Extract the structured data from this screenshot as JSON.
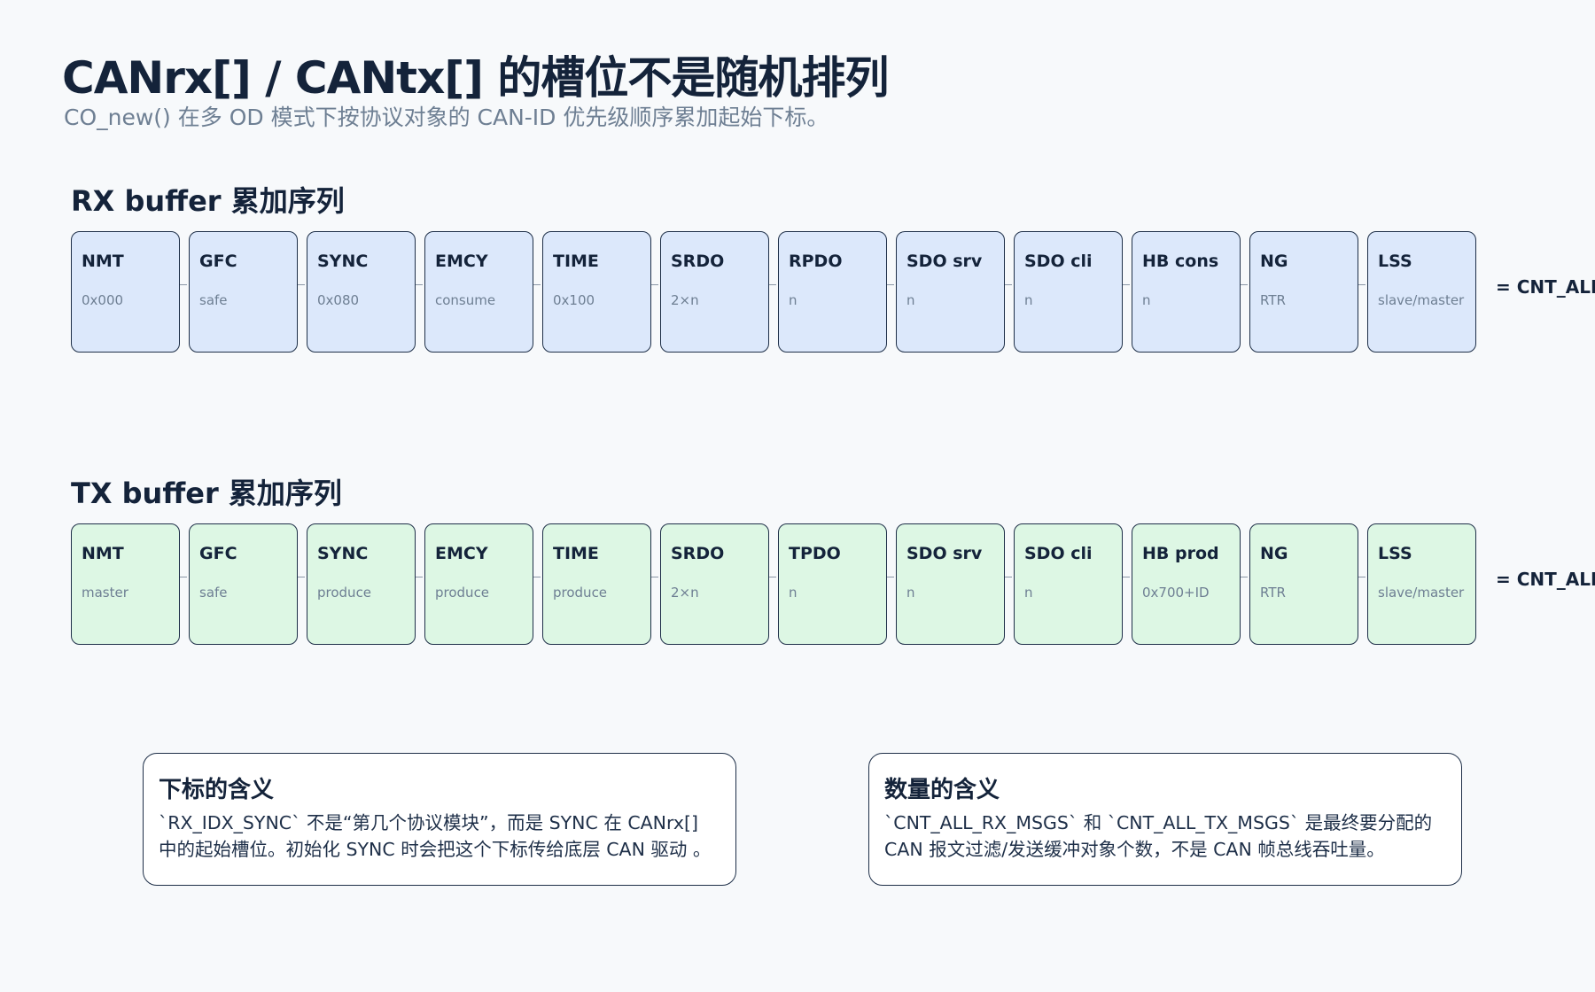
{
  "header": {
    "title": "CANrx[] / CANtx[] 的槽位不是随机排列",
    "subtitle": "CO_new() 在多 OD 模式下按协议对象的 CAN-ID 优先级顺序累加起始下标。"
  },
  "rx": {
    "title": "RX buffer 累加序列",
    "total": "= CNT_ALL",
    "cells": [
      {
        "name": "NMT",
        "meta": "0x000"
      },
      {
        "name": "GFC",
        "meta": "safe"
      },
      {
        "name": "SYNC",
        "meta": "0x080"
      },
      {
        "name": "EMCY",
        "meta": "consume"
      },
      {
        "name": "TIME",
        "meta": "0x100"
      },
      {
        "name": "SRDO",
        "meta": "2×n"
      },
      {
        "name": "RPDO",
        "meta": "n"
      },
      {
        "name": "SDO srv",
        "meta": "n"
      },
      {
        "name": "SDO cli",
        "meta": "n"
      },
      {
        "name": "HB cons",
        "meta": "n"
      },
      {
        "name": "NG",
        "meta": "RTR"
      },
      {
        "name": "LSS",
        "meta": "slave/master"
      }
    ]
  },
  "tx": {
    "title": "TX buffer 累加序列",
    "total": "= CNT_ALL",
    "cells": [
      {
        "name": "NMT",
        "meta": "master"
      },
      {
        "name": "GFC",
        "meta": "safe"
      },
      {
        "name": "SYNC",
        "meta": "produce"
      },
      {
        "name": "EMCY",
        "meta": "produce"
      },
      {
        "name": "TIME",
        "meta": "produce"
      },
      {
        "name": "SRDO",
        "meta": "2×n"
      },
      {
        "name": "TPDO",
        "meta": "n"
      },
      {
        "name": "SDO srv",
        "meta": "n"
      },
      {
        "name": "SDO cli",
        "meta": "n"
      },
      {
        "name": "HB prod",
        "meta": "0x700+ID"
      },
      {
        "name": "NG",
        "meta": "RTR"
      },
      {
        "name": "LSS",
        "meta": "slave/master"
      }
    ]
  },
  "notes": {
    "index": {
      "title": "下标的含义",
      "body": "`RX_IDX_SYNC` 不是“第几个协议模块”，而是 SYNC 在 CANrx[] 中的起始槽位。初始化 SYNC 时会把这个下标传给底层 CAN 驱动 。"
    },
    "count": {
      "title": "数量的含义",
      "body": "`CNT_ALL_RX_MSGS` 和 `CNT_ALL_TX_MSGS` 是最终要分配的 CAN 报文过滤/发送缓冲对象个数，不是 CAN 帧总线吞吐量。"
    }
  },
  "colors": {
    "rx_fill": "#dce8fb",
    "tx_fill": "#ddf7e4",
    "border": "#1e2f48",
    "muted_text": "#6e7f93"
  }
}
